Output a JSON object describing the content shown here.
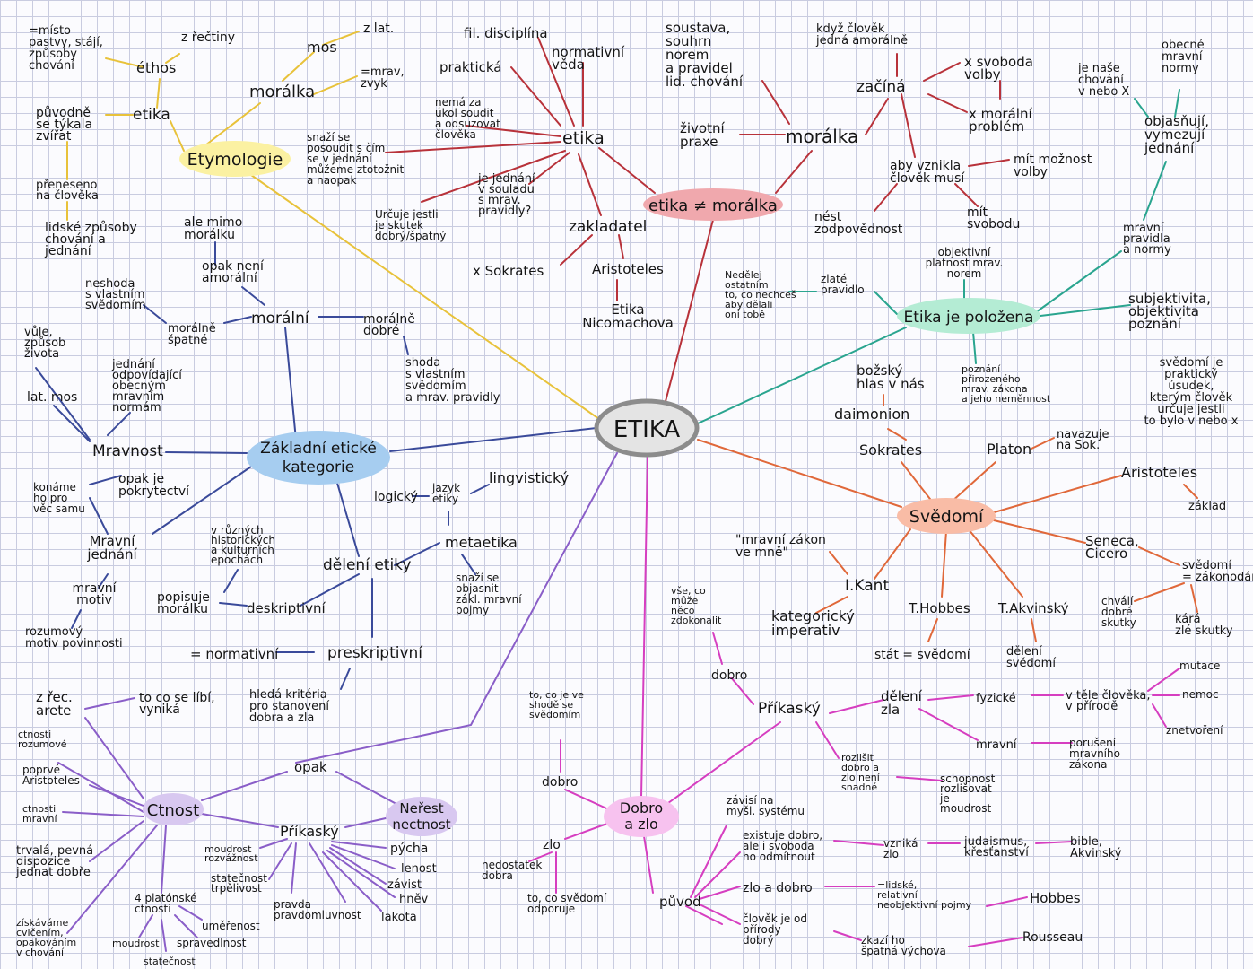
{
  "colors": {
    "ink": "#141414",
    "etymology": "#e8c23a",
    "etika_moralka": "#b8323a",
    "polozena": "#2aa58f",
    "svedomi": "#e0683a",
    "kategorie": "#3a4a9a",
    "ctnost": "#8a5ec8",
    "dobro_zlo": "#d63ec0"
  },
  "hubs": {
    "center": "ETIKA",
    "etymologie": "Etymologie",
    "etika_neq_moralka": "etika ≠ morálka",
    "polozena": "Etika je položena",
    "svedomi": "Svědomí",
    "kategorie_1": "Základní etické",
    "kategorie_2": "kategorie",
    "ctnost": "Ctnost",
    "nerest_1": "Neřest",
    "nerest_2": "nectnost",
    "dobro_1": "Dobro",
    "dobro_2": "a zlo"
  },
  "labels": {
    "etymology": {
      "misto": [
        "=místo",
        "pastvy, stájí,",
        "způsoby",
        "chování"
      ],
      "z_rectiny": "z řečtiny",
      "ethos": "éthos",
      "mos": "mos",
      "z_lat": "z lat.",
      "mrav_zvyk": [
        "=mrav,",
        "zvyk"
      ],
      "moralka": "morálka",
      "puvodne": [
        "původně",
        "se týkala",
        "zvířat"
      ],
      "etika": "etika",
      "preneseno": [
        "přeneseno",
        "na člověka"
      ],
      "lidske": [
        "lidské způsoby",
        "chování a",
        "jednání"
      ]
    },
    "etika_branch": {
      "fil_disciplina": "fil. disciplína",
      "normativni_veda": [
        "normativní",
        "věda"
      ],
      "prakticka": "praktická",
      "nema_za_ukol": [
        "nemá za",
        "úkol soudit",
        "a odsuzovat",
        "člověka"
      ],
      "etika": "etika",
      "snazi_se": [
        "snaží se",
        "posoudit s čím",
        "se v jednání",
        "můžeme ztotožnit",
        "a naopak"
      ],
      "je_jednani": [
        "je jednání",
        "v souladu",
        "s mrav.",
        "pravidly?"
      ],
      "urcuje": [
        "Určuje jestli",
        "je skutek",
        "dobrý/špatný"
      ],
      "zakladatel": "zakladatel",
      "sokrates": "x Sokrates",
      "aristoteles": "Aristoteles",
      "etika_nicomachova": [
        "Etika",
        "Nicomachova"
      ]
    },
    "moralka_branch": {
      "soustava": [
        "soustava,",
        "souhrn",
        "norem",
        "a pravidel",
        "lid. chování"
      ],
      "zivotni_praxe": [
        "životní",
        "praxe"
      ],
      "moralka": "morálka",
      "kdyz_clovek": [
        "když člověk",
        "jedná amorálně"
      ],
      "zacina": "začíná",
      "x_svoboda": [
        "x svoboda",
        "volby"
      ],
      "x_moralni": [
        "x morální",
        "problém"
      ],
      "aby_vznikla": [
        "aby vznikla",
        "člověk musí"
      ],
      "mit_moznost": [
        "mít možnost",
        "volby"
      ],
      "nest": [
        "nést",
        "zodpovědnost"
      ],
      "mit_svobodu": [
        "mít",
        "svobodu"
      ]
    },
    "polozena_branch": {
      "je_nase_chovani": [
        "je naše",
        "chování",
        "v nebo X"
      ],
      "obecne": [
        "obecné",
        "mravní",
        "normy"
      ],
      "objasnuji": [
        "objasňují,",
        "vymezují",
        "jednání"
      ],
      "mravni_pravidla": [
        "mravní",
        "pravidla",
        "a normy"
      ],
      "nedelej": [
        "Nedělej",
        "ostatním",
        "to, co nechceš",
        "aby dělali",
        "oni tobě"
      ],
      "zlate_pravidlo": [
        "zlaté",
        "pravidlo"
      ],
      "objektivni": [
        "objektivní",
        "platnost mrav.",
        "norem"
      ],
      "subjektivita": [
        "subjektivita,",
        "objektivita",
        "poznání"
      ],
      "poznani": [
        "poznání",
        "přirozeného",
        "mrav. zákona",
        "a jeho neměnnost"
      ]
    },
    "svedomi_branch": {
      "bozsky": [
        "božský",
        "hlas v nás"
      ],
      "daimonion": "daimonion",
      "sokrates": "Sokrates",
      "platon": "Platon",
      "navazuje": [
        "navazuje",
        "na Sok."
      ],
      "svedomi_je": [
        "svědomí je",
        "praktický",
        "úsudek,",
        "kterým člověk",
        "určuje jestli",
        "to bylo v nebo x"
      ],
      "aristoteles": "Aristoteles",
      "zaklad": "základ",
      "mravni_zakon": [
        "\"mravní zákon",
        "ve mně\""
      ],
      "kant": "I.Kant",
      "kategoricky": [
        "kategorický",
        "imperativ"
      ],
      "hobbes": "T.Hobbes",
      "stat": "stát = svědomí",
      "akvinsky": "T.Akvinský",
      "deleni_svedomi": [
        "dělení",
        "svědomí"
      ],
      "seneca": [
        "Seneca,",
        "Cicero"
      ],
      "svedomi_zakonodarce": [
        "svědomí",
        "= zákonodárce"
      ],
      "chvali": [
        "chválí",
        "dobré",
        "skutky"
      ],
      "kara": [
        "kárá",
        "zlé skutky"
      ]
    },
    "kategorie_branch": {
      "ale_mimo": [
        "ale mimo",
        "morálku"
      ],
      "opak_neni": [
        "opak není",
        "amorální"
      ],
      "neshoda": [
        "neshoda",
        "s vlastním",
        "svědomím"
      ],
      "moralne_spatne": [
        "morálně",
        "špatné"
      ],
      "moralni": "morální",
      "moralne_dobre": [
        "morálně",
        "dobré"
      ],
      "shoda": [
        "shoda",
        "s vlastním",
        "svědomím",
        "a mrav. pravidly"
      ],
      "vule": [
        "vůle,",
        "způsob",
        "života"
      ],
      "jednani_odpovidajici": [
        "jednání",
        "odpovídající",
        "obecným",
        "mravním",
        "normám"
      ],
      "lat_mos": "lat. mos",
      "mravnost": "Mravnost",
      "konane": [
        "konáme",
        "ho pro",
        "věc samu"
      ],
      "opak_je": [
        "opak je",
        "pokrytectví"
      ],
      "mravni_jednani": [
        "Mravní",
        "jednání"
      ],
      "mravni_motiv": [
        "mravní",
        "motiv"
      ],
      "rozumovy": [
        "rozumový",
        "motiv povinnosti"
      ],
      "logicky": "logický",
      "jazyk_etiky": [
        "jazyk",
        "etiky"
      ],
      "lingvisticky": "lingvistický",
      "metaetika": "metaetika",
      "v_ruznych": [
        "v různých",
        "historických",
        "a kulturních",
        "epochách"
      ],
      "deleni_etiky": "dělení etiky",
      "snazi_se_objasnit": [
        "snaží se",
        "objasnit",
        "zákl. mravní",
        "pojmy"
      ],
      "popisuje": [
        "popisuje",
        "morálku"
      ],
      "deskriptivni": "deskriptivní",
      "normativni": "= normativní",
      "preskriptivni": "preskriptivní",
      "hleda": [
        "hledá kritéria",
        "pro stanovení",
        "dobra a zla"
      ]
    },
    "ctnost_branch": {
      "z_rec": [
        "z řec.",
        "arete"
      ],
      "to_co": [
        "to co se líbí,",
        "vyniká"
      ],
      "ctnosti_rozumove": [
        "ctnosti",
        "rozumové"
      ],
      "poprve": [
        "poprvé",
        "Aristoteles"
      ],
      "ctnosti_mravni": [
        "ctnosti",
        "mravní"
      ],
      "trvala": [
        "trvalá, pevná",
        "dispozice",
        "jednat dobře"
      ],
      "ziskavame": [
        "získáváme",
        "cvičením,",
        "opakováním",
        "v chování"
      ],
      "opak": "opak",
      "prikasky": "Příkaský",
      "platonske": [
        "4 platónské",
        "ctnosti"
      ],
      "moudrost_rozvaznost": [
        "moudrost",
        "rozvážnost"
      ],
      "statecnost_trpelivost": [
        "statečnost",
        "trpělivost"
      ],
      "pravda": [
        "pravda",
        "pravdomluvnost"
      ],
      "umernost": "uměřenost",
      "moudrost": "moudrost",
      "spravedlnost": "spravedlnost",
      "statecnost": "statečnost",
      "pycha": "pýcha",
      "lenost": "lenost",
      "zavist": "závist",
      "hnev": "hněv",
      "lakota": "lakota"
    },
    "dobro_branch": {
      "vse_co": [
        "vše, co",
        "může",
        "něco",
        "zdokonalit"
      ],
      "dobro_top": "dobro",
      "prikasky": "Příkaský",
      "deleni_zla": [
        "dělení",
        "zla"
      ],
      "fyzicke": "fyzické",
      "v_tele": [
        "v těle člověka,",
        "v přírodě"
      ],
      "mutace": "mutace",
      "nemoc": "nemoc",
      "znetvoreni": "znetvoření",
      "mravni": "mravní",
      "poruseni": [
        "porušení",
        "mravního",
        "zákona"
      ],
      "rozlisit": [
        "rozlišit",
        "dobro a",
        "zlo není",
        "snadné"
      ],
      "schopnost": [
        "schopnost",
        "rozlišovat",
        "je",
        "moudrost"
      ],
      "to_co_je_ve_shode": [
        "to, co je ve",
        "shodě se",
        "svědomím"
      ],
      "dobro": "dobro",
      "zlo": "zlo",
      "nedostatek": [
        "nedostatek",
        "dobra"
      ],
      "to_co_svedomi": [
        "to, co svědomí",
        "odporuje"
      ],
      "puvod": "původ",
      "zavisi": [
        "závisí na",
        "myšl. systému"
      ],
      "existuje": [
        "existuje dobro,",
        "ale i svoboda",
        "ho odmítnout"
      ],
      "vznika_zlo": [
        "vzniká",
        "zlo"
      ],
      "judaismus": [
        "judaismus,",
        "křesťanství"
      ],
      "bible": [
        "bible,",
        "Akvinský"
      ],
      "zlo_a_dobro": "zlo a dobro",
      "lidske_relativni": [
        "=lidské,",
        "relativní",
        "neobjektivní pojmy"
      ],
      "hobbes": "Hobbes",
      "clovek_od_prirody": [
        "člověk je od",
        "přírody",
        "dobrý"
      ],
      "zkazi": [
        "zkazí ho",
        "špatná výchova"
      ],
      "rousseau": "Rousseau"
    }
  }
}
